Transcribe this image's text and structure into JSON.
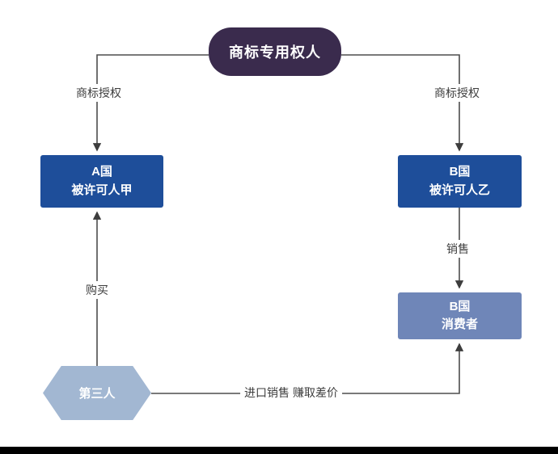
{
  "diagram": {
    "title_hint": "trademark-parallel-import-flowchart",
    "nodes": {
      "owner": {
        "label": "商标专用权人"
      },
      "licensee_a": {
        "line1": "A国",
        "line2": "被许可人甲"
      },
      "licensee_b": {
        "line1": "B国",
        "line2": "被许可人乙"
      },
      "consumer_b": {
        "line1": "B国",
        "line2": "消费者"
      },
      "third_party": {
        "label": "第三人"
      }
    },
    "edges": {
      "auth_left": {
        "label": "商标授权"
      },
      "auth_right": {
        "label": "商标授权"
      },
      "sale": {
        "label": "销售"
      },
      "purchase": {
        "label": "购买"
      },
      "import_sale": {
        "label": "进口销售 赚取差价"
      }
    },
    "colors": {
      "owner_bg": "#3a2b4d",
      "licensee_bg": "#1e4e9a",
      "consumer_bg": "#6f86b8",
      "third_party_bg": "#a2b7d2",
      "connector_line": "#4d4d4d",
      "edge_label_text": "#3d3d3d",
      "node_text": "#ffffff",
      "bottom_bar": "#000000",
      "background": "#ffffff"
    }
  }
}
